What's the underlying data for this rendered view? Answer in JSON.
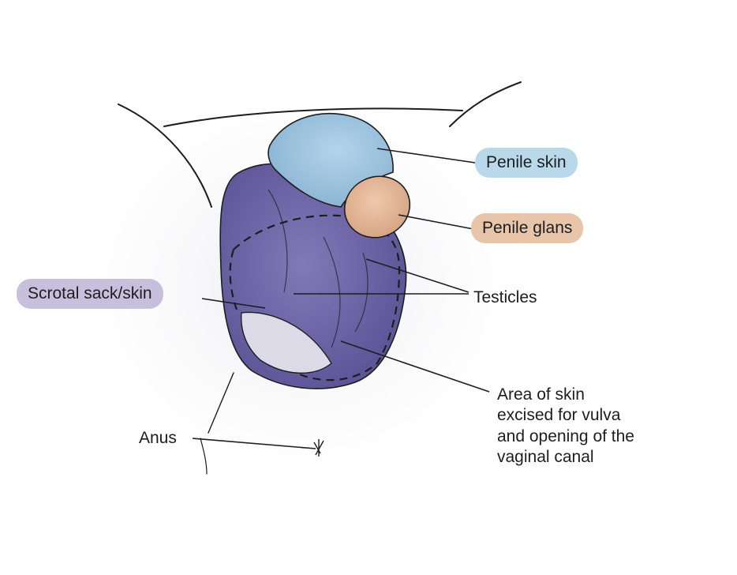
{
  "labels": {
    "penile_skin": {
      "text": "Penile skin",
      "color": "#b9d9ea"
    },
    "penile_glans": {
      "text": "Penile glans",
      "color": "#e8c4a8"
    },
    "scrotal": {
      "text": "Scrotal sack/skin",
      "color": "#c7c0dc"
    },
    "testicles": {
      "text": "Testicles"
    },
    "anus": {
      "text": "Anus"
    },
    "area_excised": {
      "lines": [
        "Area of skin",
        "excised for vulva",
        "and opening of the",
        "vaginal canal"
      ]
    }
  },
  "colors": {
    "scrotum": "#6f67a8",
    "penile_skin": "#9fc3dd",
    "penile_glans": "#e3b899",
    "outline": "#1d1d1f",
    "leader": "#1d1d1f"
  }
}
